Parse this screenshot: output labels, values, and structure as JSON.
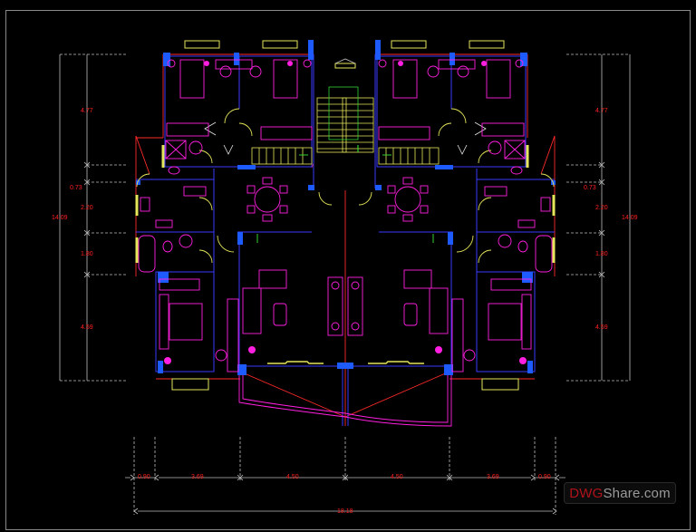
{
  "drawing": {
    "type": "apartment floor plan (two mirrored units with central stair)",
    "background": "#000000",
    "layer_colors": {
      "walls": "#3a3aff",
      "columns": "#1e5bff",
      "furniture": "#ff1fe0",
      "doors_windows": "#e6e65a",
      "outline": "#ff2a2a",
      "stairs": "#32d232",
      "dimensions": "#bdbdbd",
      "dimension_text": "#ff2020"
    }
  },
  "dimensions": {
    "left": {
      "segments": [
        "4.77",
        "0.73",
        "2.20",
        "1.80",
        "4.59"
      ],
      "total": "14.09"
    },
    "right": {
      "segments": [
        "4.77",
        "0.73",
        "2.20",
        "1.80",
        "4.59"
      ],
      "total": "14.09"
    },
    "bottom": {
      "segments": [
        "0.90",
        "3.69",
        "4.50",
        "4.50",
        "3.69",
        "0.90"
      ],
      "total": "18.18"
    }
  },
  "watermark": {
    "part_a": "DWG",
    "part_b": "Share.com"
  }
}
